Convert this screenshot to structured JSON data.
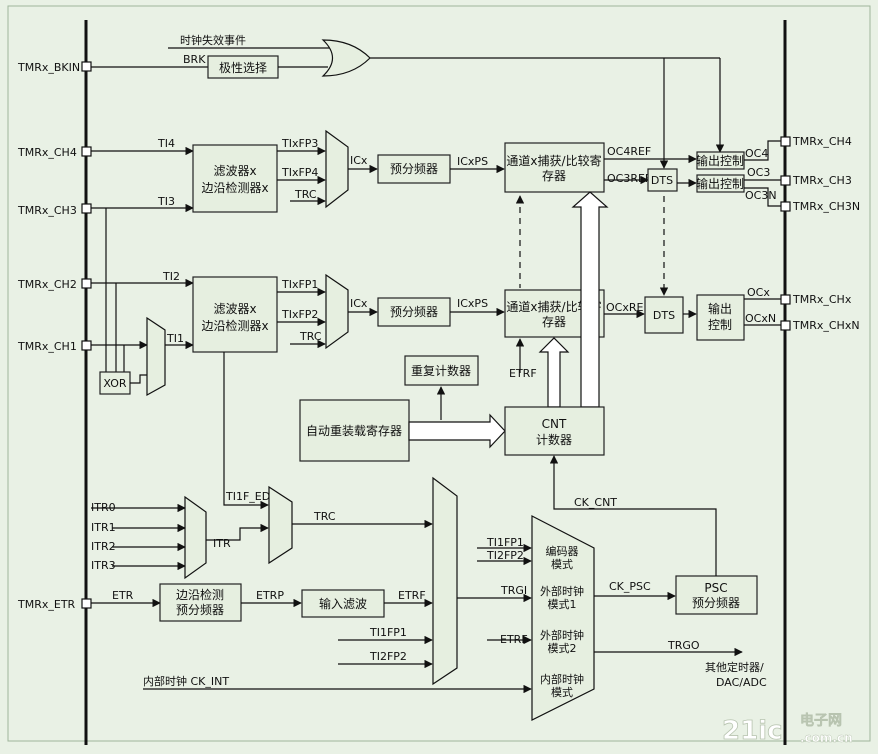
{
  "pins": {
    "bkin": "TMRx_BKIN",
    "ch4_in": "TMRx_CH4",
    "ch3_in": "TMRx_CH3",
    "ch2_in": "TMRx_CH2",
    "ch1_in": "TMRx_CH1",
    "etr_in": "TMRx_ETR",
    "ch4_out": "TMRx_CH4",
    "ch3_out": "TMRx_CH3",
    "ch3n_out": "TMRx_CH3N",
    "chx_out": "TMRx_CHx",
    "chxn_out": "TMRx_CHxN"
  },
  "blocks": {
    "polarity": "极性选择",
    "filter_line1": "滤波器x",
    "filter_line2": "边沿检测器x",
    "prescaler": "预分频器",
    "channel_line1": "通道x捕获/比较寄",
    "channel_line2": "存器",
    "dts": "DTS",
    "out_ctrl": "输出控制",
    "out_ctrl_line1": "输出",
    "out_ctrl_line2": "控制",
    "repeat": "重复计数器",
    "autoreload": "自动重装载寄存器",
    "cnt_line1": "CNT",
    "cnt_line2": "计数器",
    "xor": "XOR",
    "edge_line1": "边沿检测",
    "edge_line2": "预分频器",
    "input_filter": "输入滤波",
    "psc_line1": "PSC",
    "psc_line2": "预分频器",
    "mode_enc_1": "编码器",
    "mode_enc_2": "模式",
    "mode_ext1_1": "外部时钟",
    "mode_ext1_2": "模式1",
    "mode_ext2_1": "外部时钟",
    "mode_ext2_2": "模式2",
    "mode_int_1": "内部时钟",
    "mode_int_2": "模式"
  },
  "signals": {
    "clock_fail": "时钟失效事件",
    "brk": "BRK",
    "ti4": "TI4",
    "ti3": "TI3",
    "ti2": "TI2",
    "ti1": "TI1",
    "tixfp3": "TIxFP3",
    "tixfp4": "TIxFP4",
    "tixfp1": "TIxFP1",
    "tixfp2": "TIxFP2",
    "trc": "TRC",
    "icx": "ICx",
    "icxps": "ICxPS",
    "oc4ref": "OC4REF",
    "oc3ref": "OC3REF",
    "ocxref": "OCxREF",
    "oc4": "OC4",
    "oc3": "OC3",
    "oc3n": "OC3N",
    "ocx": "OCx",
    "ocxn": "OCxN",
    "etrf": "ETRF",
    "ti1f_ed": "TI1F_ED",
    "itr0": "ITR0",
    "itr1": "ITR1",
    "itr2": "ITR2",
    "itr3": "ITR3",
    "itr": "ITR",
    "etr": "ETR",
    "etrp": "ETRP",
    "trgi": "TRGI",
    "ti1fp1": "TI1FP1",
    "ti2fp2": "TI2FP2",
    "ck_cnt": "CK_CNT",
    "ck_psc": "CK_PSC",
    "trgo": "TRGO",
    "ck_int": "内部时钟 CK_INT",
    "other_1": "其他定时器/",
    "other_2": "DAC/ADC"
  },
  "watermark": {
    "brand": "21ic",
    "site_cn": "电子网",
    "site_en": ".com.cn"
  }
}
